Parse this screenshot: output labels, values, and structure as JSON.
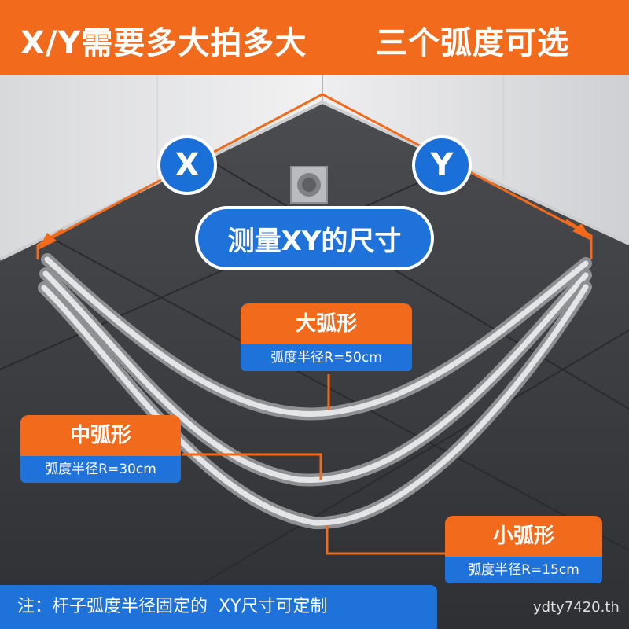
{
  "banner": {
    "left_text": "X/Y需要多大拍多大",
    "right_text": "三个弧度可选"
  },
  "markers": {
    "x_label": "X",
    "y_label": "Y"
  },
  "measure_label": "测量XY的尺寸",
  "tags": [
    {
      "title": "大弧形",
      "subtitle": "弧度半径R=50cm"
    },
    {
      "title": "中弧形",
      "subtitle": "弧度半径R=30cm"
    },
    {
      "title": "小弧形",
      "subtitle": "弧度半径R=15cm"
    }
  ],
  "note": "注：杆子弧度半径固定的  XY尺寸可定制",
  "watermark": "ydty7420.th",
  "colors": {
    "orange": "#f26b1d",
    "blue": "#1f72d9",
    "floor": "#3d3f43",
    "wall": "#e9eaec"
  }
}
